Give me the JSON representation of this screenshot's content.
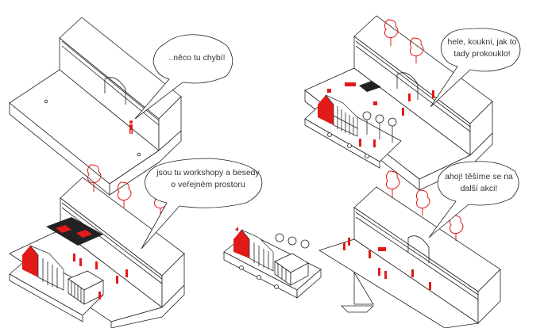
{
  "bubbles": {
    "b1": [
      "..něco tu chybí!"
    ],
    "b2": [
      "hele, koukni, jak to",
      "tady prokouklo!"
    ],
    "b3": [
      "jsou tu workshopy a besedy",
      "o veřejném prostoru"
    ],
    "b4": [
      "ahoj! těšíme se na",
      "další akci!"
    ]
  },
  "colors": {
    "accent": "#e21a1a",
    "line": "#222222"
  }
}
